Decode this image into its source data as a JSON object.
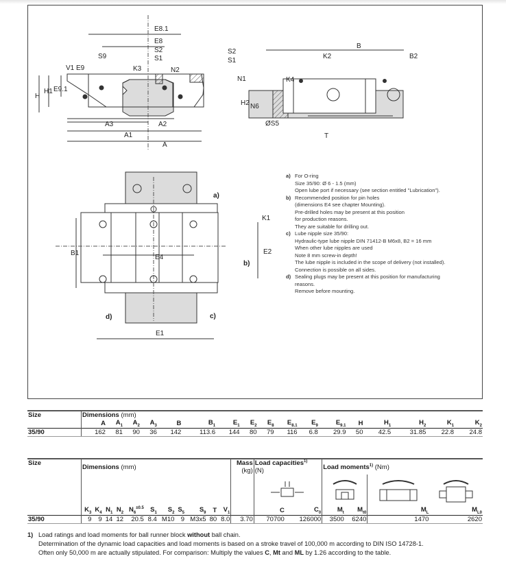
{
  "drawing": {
    "labels": {
      "E8_1": "E8.1",
      "E8": "E8",
      "S2": "S2",
      "S1": "S1",
      "S9": "S9",
      "V1": "V1",
      "E9": "E9",
      "K3": "K3",
      "N2": "N2",
      "N1": "N1",
      "H": "H",
      "H1": "H1",
      "E9_1": "E9.1",
      "H2": "H2",
      "N6": "N6",
      "A3": "A3",
      "A2": "A2",
      "A1": "A1",
      "A": "A",
      "B": "B",
      "K2": "K2",
      "B2": "B2",
      "K4": "K4",
      "S5": "ØS5",
      "T": "T",
      "K1": "K1",
      "E2": "E2",
      "B1": "B1",
      "E4": "E4",
      "E1": "E1",
      "a": "a)",
      "b": "b)",
      "c": "c)",
      "d": "d)"
    }
  },
  "notes": [
    {
      "marker": "a)",
      "lines": [
        "For O-ring",
        "Size 35/90: Ø 6 - 1.5 (mm)",
        "Open lube port if necessary (see section entitled \"Lubrication\")."
      ]
    },
    {
      "marker": "b)",
      "lines": [
        "Recommended position for pin holes",
        "(dimensions E4 see chapter Mounting).",
        "Pre-drilled holes may be present at this position",
        "for production reasons.",
        "They are suitable for drilling out."
      ]
    },
    {
      "marker": "c)",
      "lines": [
        "Lube nipple size 35/90:",
        "Hydraulic-type lube nipple DIN 71412-B M6x8, B2 = 16 mm",
        "When other lube nipples are used",
        "Note 8 mm screw-in depth!",
        "The lube nipple is included in the scope of delivery (not installed).",
        "Connection is possible on all sides."
      ]
    },
    {
      "marker": "d)",
      "lines": [
        "Sealing plugs may be present at this position for manufacturing",
        "reasons.",
        "Remove before mounting."
      ]
    }
  ],
  "table1": {
    "size_header": "Size",
    "dims_title": "Dimensions",
    "dims_unit": "(mm)",
    "columns": [
      "A",
      "A1",
      "A2",
      "A3",
      "B",
      "B1",
      "E1",
      "E2",
      "E8",
      "E8.1",
      "E9",
      "E9.1",
      "H",
      "H1",
      "H2",
      "K1",
      "K2"
    ],
    "rows": [
      {
        "size": "35/90",
        "values": [
          "162",
          "81",
          "90",
          "36",
          "142",
          "113.6",
          "144",
          "80",
          "79",
          "116",
          "6.8",
          "29.9",
          "50",
          "42.5",
          "31.85",
          "22.8",
          "24.8"
        ]
      }
    ]
  },
  "table2": {
    "size_header": "Size",
    "dims_title": "Dimensions",
    "dims_unit": "(mm)",
    "mass_title": "Mass",
    "mass_unit": "(kg)",
    "loadcap_title": "Load capacities",
    "loadcap_sup": "1)",
    "loadcap_unit": "(N)",
    "loadmom_title": "Load moments",
    "loadmom_sup": "1)",
    "loadmom_unit": "(Nm)",
    "dim_columns": [
      "K3",
      "K4",
      "N1",
      "N2",
      "N6±0.5",
      "S1",
      "S2",
      "S5",
      "S9",
      "T",
      "V1"
    ],
    "load_columns": [
      "C",
      "C0",
      "Mt",
      "Mt0",
      "ML",
      "ML0"
    ],
    "icons": [
      "load-capacity-icon",
      "torsional-moment-icon",
      "longitudinal-moment-icon",
      "longitudinal-moment-side-icon"
    ],
    "rows": [
      {
        "size": "35/90",
        "dims": [
          "9",
          "9",
          "14",
          "12",
          "20.5",
          "8.4",
          "M10",
          "9",
          "M3x5",
          "80",
          "8.0"
        ],
        "mass": "3.70",
        "loads": [
          "70700",
          "126000",
          "3500",
          "6240",
          "1470",
          "2620"
        ]
      }
    ]
  },
  "footnote": {
    "marker": "1)",
    "line1_pre": "Load ratings and load moments for ball runner block ",
    "line1_bold": "without",
    "line1_post": " ball chain.",
    "line2": "Determination of the dynamic load capacities and load moments is based on a stroke travel of 100,000 m according to DIN ISO 14728-1.",
    "line3_pre": "Often only 50,000 m are actually stipulated. For comparison: Multiply the values ",
    "line3_c": "C",
    "line3_mid1": ", ",
    "line3_mt": "Mt",
    "line3_mid2": " and ",
    "line3_ml": "ML",
    "line3_post": " by 1.26 according to the table."
  }
}
